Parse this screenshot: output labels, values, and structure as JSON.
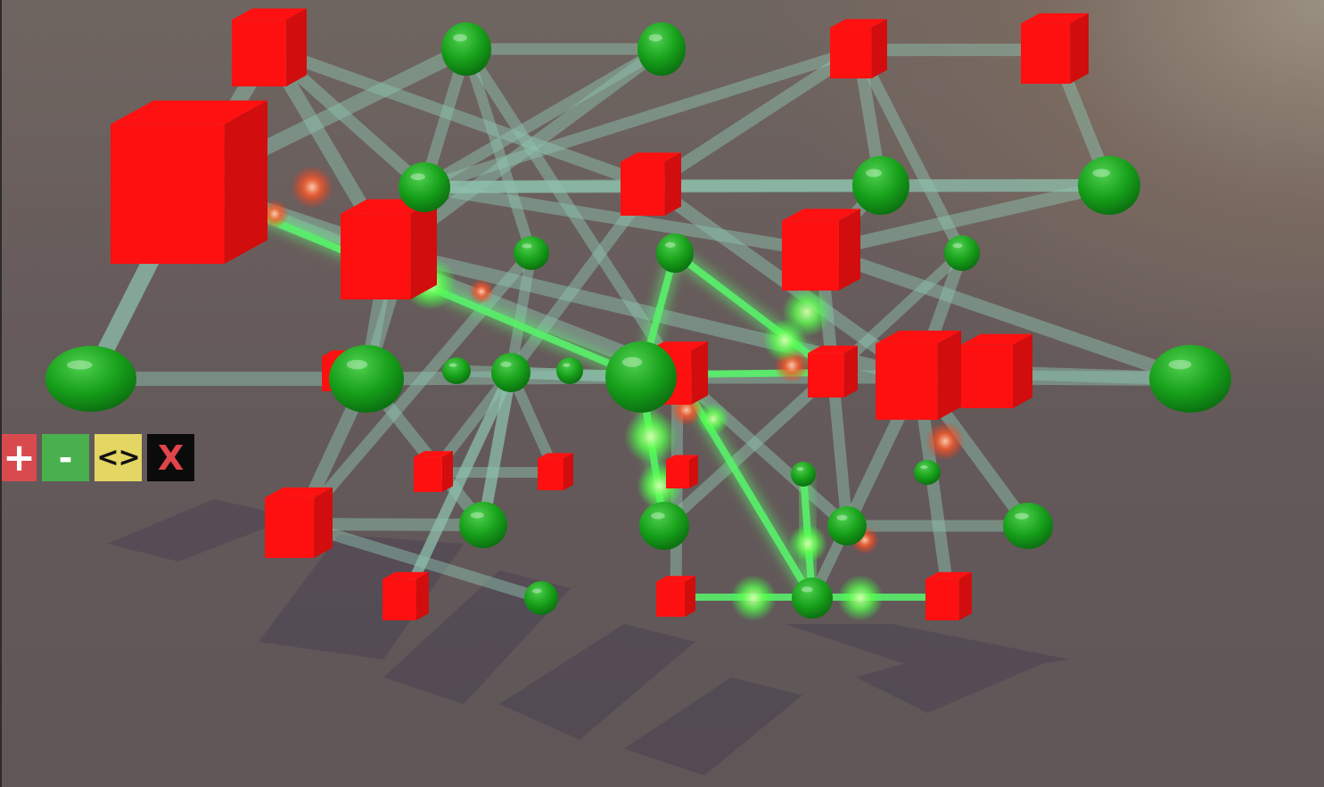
{
  "colors": {
    "red_node": "#ff1010",
    "green_node": "#16a21a",
    "edge": "#8fc3ae",
    "active_edge": "#59f06a",
    "orange_glow": "#ff5a1e"
  },
  "scene": {
    "shapes": [
      "cube",
      "sphere"
    ]
  },
  "toolbar": {
    "add": {
      "label": "+",
      "icon": "plus-icon"
    },
    "remove": {
      "label": "-",
      "icon": "minus-icon"
    },
    "swap": {
      "label": "<>",
      "icon": "swap-icon"
    },
    "close": {
      "label": "X",
      "icon": "close-icon"
    }
  }
}
